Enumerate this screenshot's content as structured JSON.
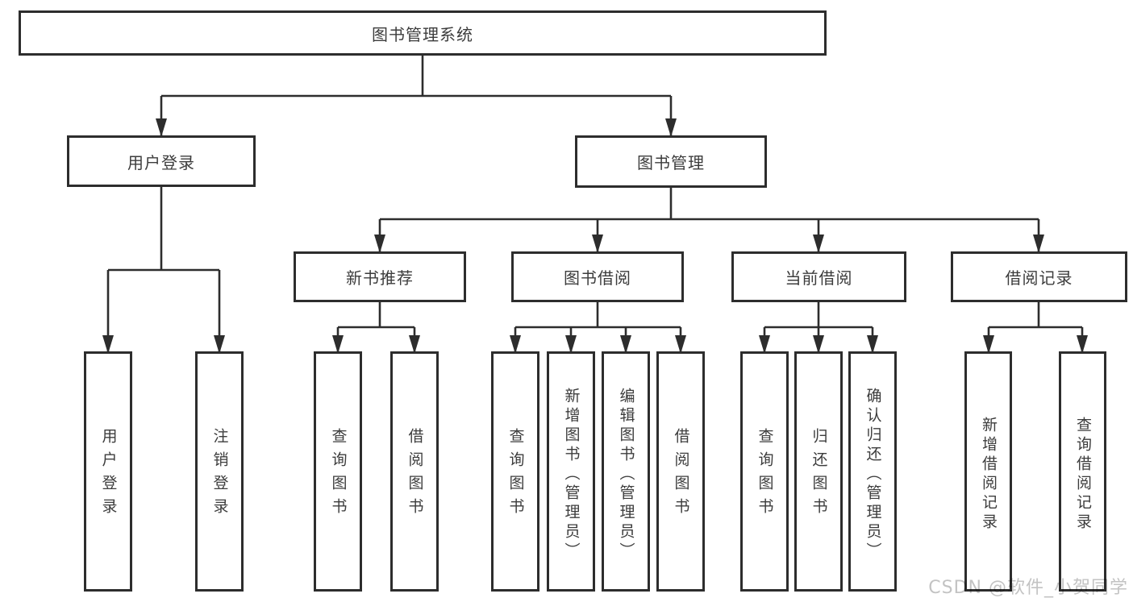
{
  "tree": {
    "root": {
      "label": "图书管理系统"
    },
    "branches": [
      {
        "label": "用户登录",
        "children": [
          {
            "label": "用户登录"
          },
          {
            "label": "注销登录"
          }
        ]
      },
      {
        "label": "图书管理",
        "groups": [
          {
            "label": "新书推荐",
            "children": [
              {
                "label": "查询图书"
              },
              {
                "label": "借阅图书"
              }
            ]
          },
          {
            "label": "图书借阅",
            "children": [
              {
                "label": "查询图书"
              },
              {
                "label": "新增图书（管理员）"
              },
              {
                "label": "编辑图书（管理员）"
              },
              {
                "label": "借阅图书"
              }
            ]
          },
          {
            "label": "当前借阅",
            "children": [
              {
                "label": "查询图书"
              },
              {
                "label": "归还图书"
              },
              {
                "label": "确认归还（管理员）"
              }
            ]
          },
          {
            "label": "借阅记录",
            "children": [
              {
                "label": "新增借阅记录"
              },
              {
                "label": "查询借阅记录"
              }
            ]
          }
        ]
      }
    ]
  },
  "watermark": {
    "text": "CSDN @软件_小贺同学"
  },
  "colors": {
    "line": "#2d2d2d",
    "box_border": "#2d2d2d",
    "text": "#3c3c3c",
    "watermark": "#c3c3c3",
    "background": "#ffffff"
  }
}
